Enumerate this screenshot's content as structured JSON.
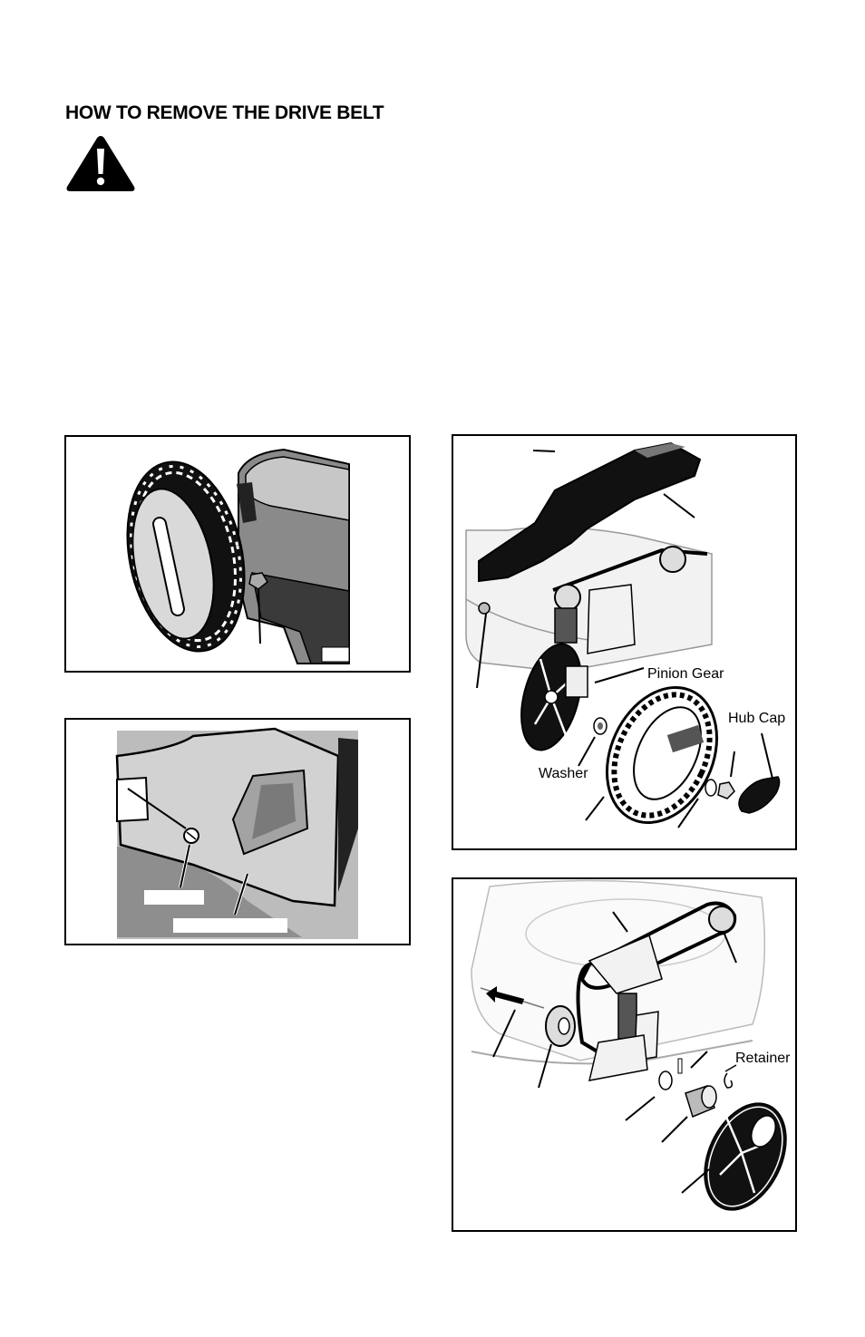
{
  "section": {
    "title": "HOW TO REMOVE THE DRIVE BELT"
  },
  "icons": {
    "warning": "warning-triangle-icon"
  },
  "figures": {
    "wheel_cover": {
      "labels": [
        "Pinion Gear",
        "Hub Cap",
        "Washer"
      ]
    },
    "belt_assembly": {
      "labels": [
        "Retainer Ring"
      ]
    }
  }
}
